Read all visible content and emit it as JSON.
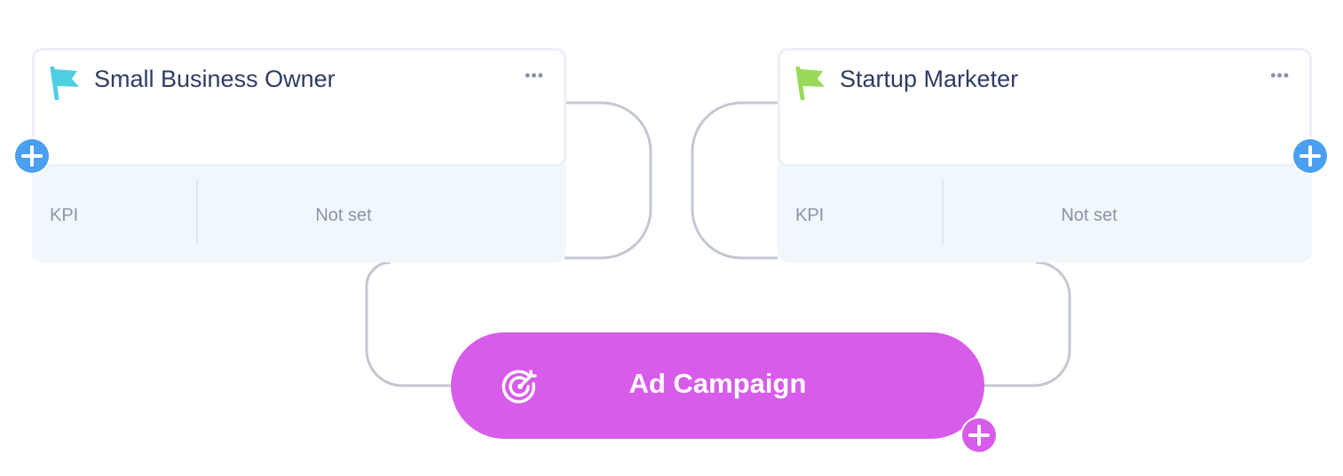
{
  "nodes": [
    {
      "title": "Small Business Owner",
      "flag_color": "#4fd0e2",
      "kpi_label": "KPI",
      "kpi_value": "Not set"
    },
    {
      "title": "Startup Marketer",
      "flag_color": "#99d95a",
      "kpi_label": "KPI",
      "kpi_value": "Not set"
    }
  ],
  "target": {
    "label": "Ad Campaign",
    "color": "#d65ce9",
    "icon": "target-icon"
  },
  "colors": {
    "connector": "#c3c7d4",
    "add_button": "#4a9ff0",
    "kpi_panel": "#f0f7fd",
    "title_text": "#2f3c63"
  },
  "icons": {
    "menu": "more-horizontal-icon",
    "add": "plus-icon",
    "flag": "flag-icon"
  }
}
